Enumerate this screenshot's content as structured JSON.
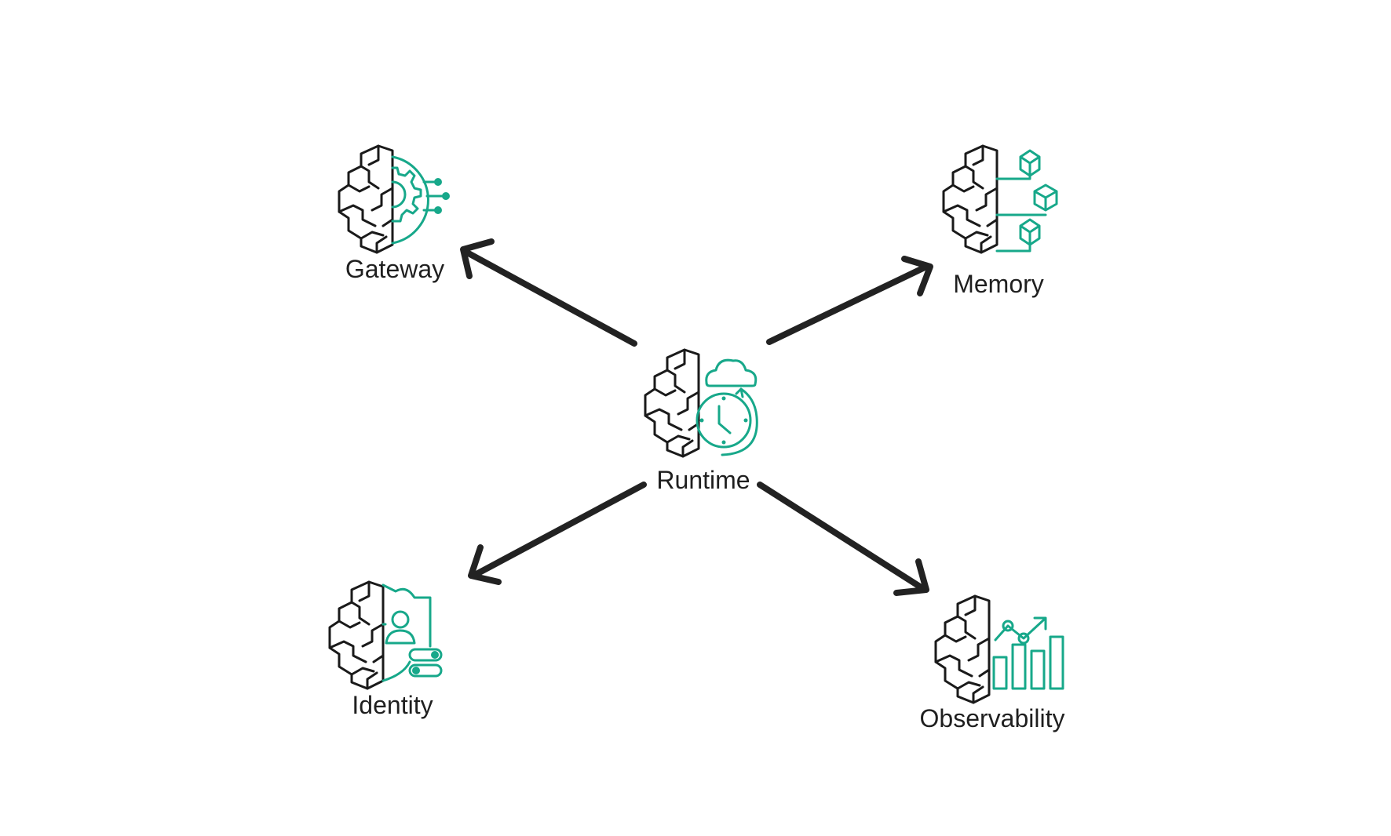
{
  "nodes": {
    "runtime": {
      "label": "Runtime"
    },
    "gateway": {
      "label": "Gateway"
    },
    "memory": {
      "label": "Memory"
    },
    "identity": {
      "label": "Identity"
    },
    "observability": {
      "label": "Observability"
    }
  },
  "colors": {
    "accent": "#17a88a",
    "stroke": "#1a1a1a",
    "arrow": "#222222",
    "text": "#1f1f1f",
    "background": "#ffffff"
  },
  "icons": {
    "runtime": "brain-cloud-clock-icon",
    "gateway": "brain-gear-icon",
    "memory": "brain-cubes-icon",
    "identity": "brain-shield-user-icon",
    "observability": "brain-bar-chart-icon"
  }
}
